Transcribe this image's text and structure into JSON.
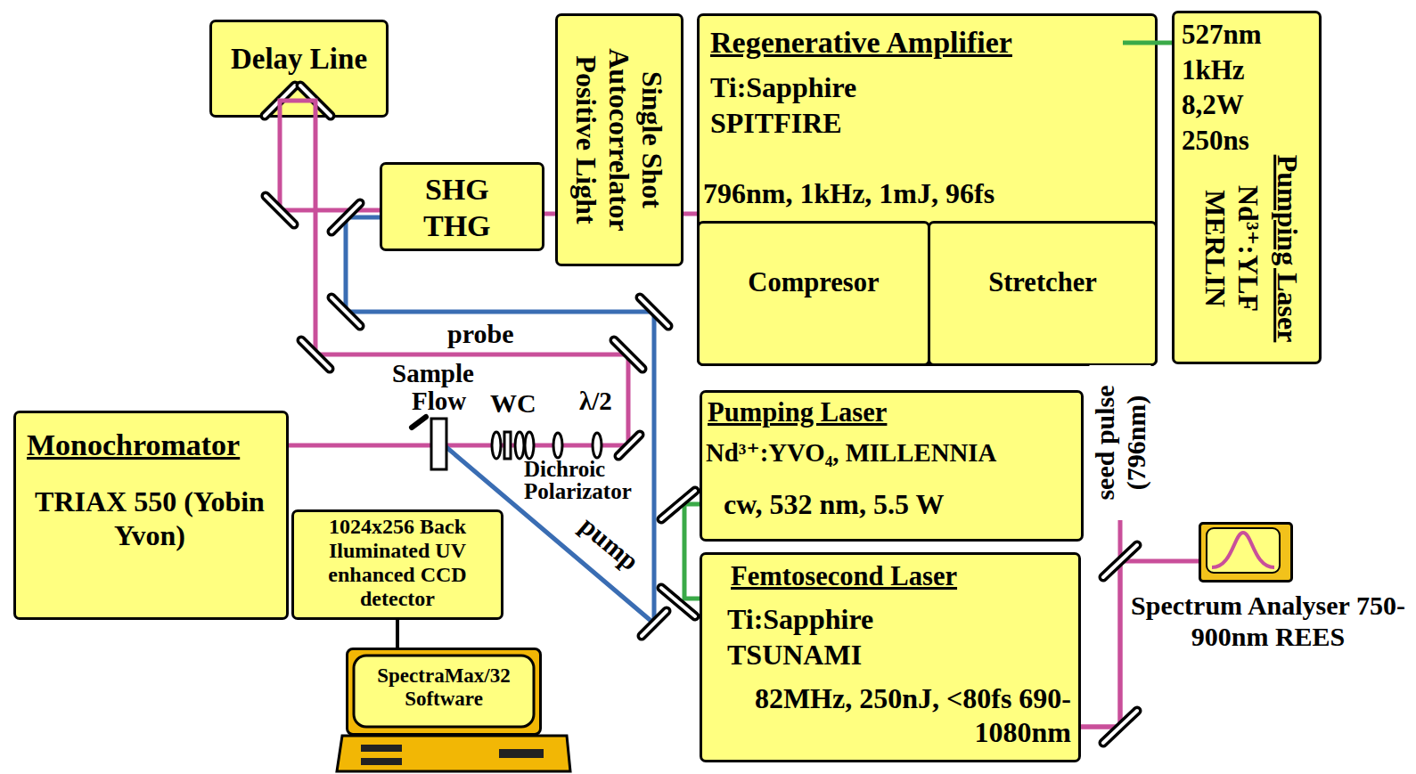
{
  "diagram": {
    "nodes": [
      {
        "text": [
          "Delay Line"
        ]
      },
      {
        "text": [
          "Single Shot Autocorrelator Positive Light"
        ]
      },
      {
        "text": [
          "SHG THG"
        ]
      },
      {
        "text": [
          "Regenerative Amplifier",
          "Ti:Sapphire SPITFIRE",
          "796nm, 1kHz, 1mJ, 96fs"
        ]
      },
      {
        "text": [
          "Compresor"
        ],
        "in": 3
      },
      {
        "text": [
          "Stretcher"
        ],
        "in": 3
      },
      {
        "text": [
          "527nm 1kHz 8,2W 250ns",
          "Pumping Laser",
          "Nd³⁺:YLF MERLIN"
        ]
      },
      {
        "text": [
          "Monochromator",
          "TRIAX 550 (Yobin Yvon)"
        ]
      },
      {
        "text": [
          "1024x256 Back Iluminated UV enhanced CCD detector"
        ]
      },
      {
        "text": [
          "Pumping Laser",
          "Nd³⁺:YVO₄, MILLENNIA",
          "cw, 532 nm, 5.5 W"
        ]
      },
      {
        "text": [
          "Femtosecond Laser",
          "Ti:Sapphire TSUNAMI",
          "82MHz, 250nJ, <80fs 690-1080nm"
        ]
      },
      {
        "text": [
          "Spectrum Analyser 750-900nm REES"
        ]
      },
      {
        "text": [
          "SpectraMax/32 Software"
        ]
      }
    ],
    "edges": [
      {
        "from": 6,
        "to": 3,
        "arrow": "none"
      },
      {
        "from": 3,
        "to": 1,
        "arrow": "none"
      },
      {
        "from": 1,
        "to": 2,
        "arrow": "none"
      },
      {
        "from": 2,
        "to": 0,
        "arrow": "none"
      },
      {
        "from": 0,
        "to": 7,
        "arrow": "none"
      },
      {
        "from": 9,
        "to": 10,
        "arrow": "none"
      },
      {
        "from": 10,
        "to": 5,
        "label": "seed pulse (796nm)",
        "arrow": "none"
      },
      {
        "from": 10,
        "to": 11,
        "arrow": "none"
      },
      {
        "from": 8,
        "to": 12,
        "arrow": "none"
      }
    ],
    "labels": [
      "probe",
      "Sample",
      "Flow",
      "WC",
      "λ/2",
      "Dichroic",
      "Polarizator",
      "pump"
    ]
  }
}
